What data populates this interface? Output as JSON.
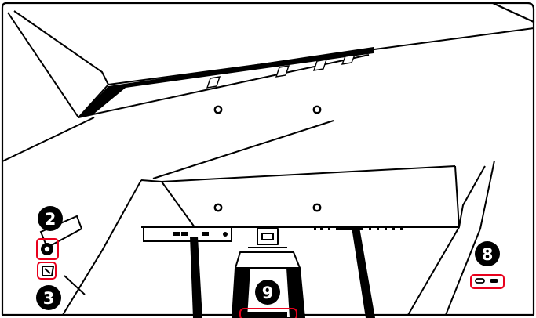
{
  "diagram": {
    "kind": "monitor-rear-view",
    "colors": {
      "line": "#000000",
      "fill": "#ffffff",
      "highlight": "#e8001c",
      "badge_fill": "#000000",
      "badge_text": "#ffffff"
    },
    "callouts": [
      {
        "number": "2",
        "target": "power-button"
      },
      {
        "number": "3",
        "target": "kensington-lock"
      },
      {
        "number": "8",
        "target": "usb-c-port"
      },
      {
        "number": "9",
        "target": "ventilation-grille"
      }
    ]
  }
}
